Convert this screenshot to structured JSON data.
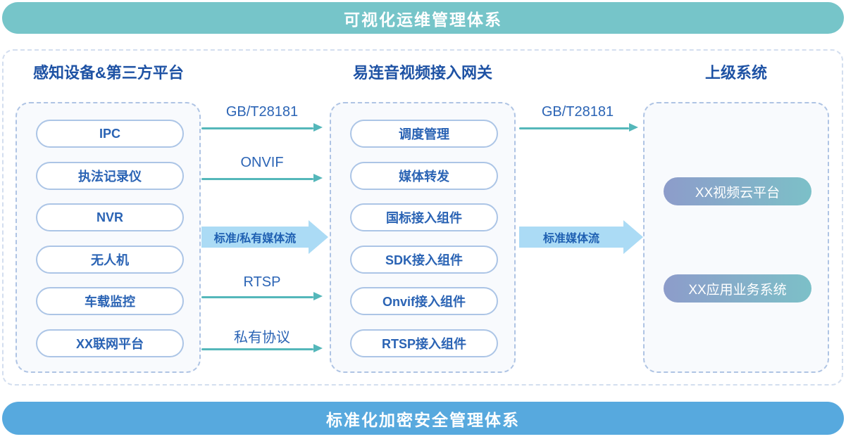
{
  "banners": {
    "top": "可视化运维管理体系",
    "bottom": "标准化加密安全管理体系"
  },
  "columns": [
    {
      "title": "感知设备&第三方平台",
      "items": [
        "IPC",
        "执法记录仪",
        "NVR",
        "无人机",
        "车载监控",
        "XX联网平台"
      ]
    },
    {
      "title": "易连音视频接入网关",
      "items": [
        "调度管理",
        "媒体转发",
        "国标接入组件",
        "SDK接入组件",
        "Onvif接入组件",
        "RTSP接入组件"
      ]
    },
    {
      "title": "上级系统",
      "items": [
        "XX视频云平台",
        "XX应用业务系统"
      ]
    }
  ],
  "flows": {
    "left": [
      {
        "label": "GB/T28181",
        "type": "line"
      },
      {
        "label": "ONVIF",
        "type": "line"
      },
      {
        "label": "标准/私有媒体流",
        "type": "thick"
      },
      {
        "label": "RTSP",
        "type": "line"
      },
      {
        "label": "私有协议",
        "type": "line"
      }
    ],
    "right": [
      {
        "label": "GB/T28181",
        "type": "line"
      },
      {
        "label": "标准媒体流",
        "type": "thick"
      }
    ]
  },
  "colors": {
    "top_banner": "#76C5C9",
    "bottom_banner": "#57A9DE",
    "title_text": "#1E52A4",
    "item_text": "#2A63B4",
    "item_border": "#ACC5E6",
    "arrow": "#54B7BA",
    "thick_arrow": "#ABDBF5",
    "thick_arrow_text": "#1F60B2",
    "gradient_start": "#8D9CCA",
    "gradient_end": "#7CC0C8"
  }
}
